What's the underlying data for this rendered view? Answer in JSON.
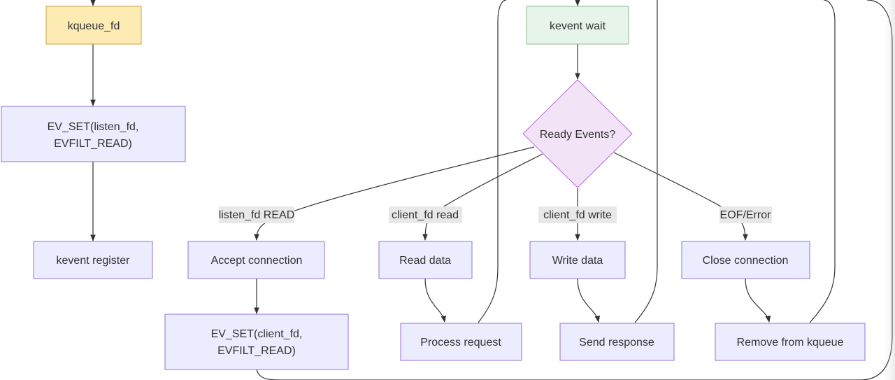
{
  "colors": {
    "node_default_fill": "#ECECFF",
    "node_default_stroke": "#9370DB",
    "node_start_fill": "#FDEBB4",
    "node_start_stroke": "#C9A14A",
    "node_wait_fill": "#E6F4EA",
    "node_wait_stroke": "#8BBB8F",
    "decision_fill": "#F3E3F7",
    "decision_stroke": "#B36BD6",
    "edge": "#333333",
    "edge_label_bg": "#E8E8E8"
  },
  "nodes": {
    "kqueue_fd": "kqueue_fd",
    "ev_set_listen_line1": "EV_SET(listen_fd,",
    "ev_set_listen_line2": "EVFILT_READ)",
    "kevent_register": "kevent register",
    "kevent_wait": "kevent wait",
    "ready_events": "Ready Events?",
    "accept_connection": "Accept connection",
    "read_data": "Read data",
    "write_data": "Write data",
    "close_connection": "Close connection",
    "ev_set_client_line1": "EV_SET(client_fd,",
    "ev_set_client_line2": "EVFILT_READ)",
    "process_request": "Process request",
    "send_response": "Send response",
    "remove_from_kqueue": "Remove from kqueue"
  },
  "edge_labels": {
    "listen_fd_read": "listen_fd READ",
    "client_fd_read": "client_fd read",
    "client_fd_write": "client_fd write",
    "eof_error": "EOF/Error"
  }
}
